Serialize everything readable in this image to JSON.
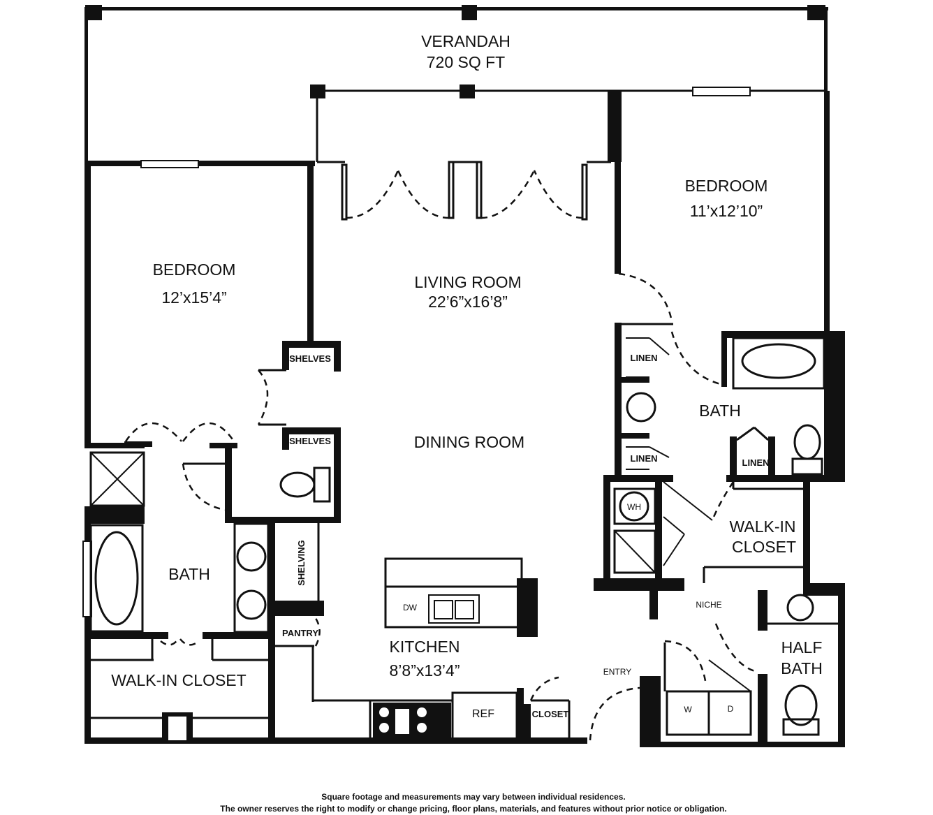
{
  "rooms": {
    "verandah": {
      "name": "VERANDAH",
      "size": "720 SQ FT"
    },
    "bedroom_left": {
      "name": "BEDROOM",
      "size": "12’x15’4”"
    },
    "bedroom_right": {
      "name": "BEDROOM",
      "size": "11’x12’10”"
    },
    "living_room": {
      "name": "LIVING ROOM",
      "size": "22’6”x16’8”"
    },
    "dining_room": {
      "name": "DINING ROOM"
    },
    "kitchen": {
      "name": "KITCHEN",
      "size": "8’8”x13’4”"
    },
    "bath_left": {
      "name": "BATH"
    },
    "bath_right": {
      "name": "BATH"
    },
    "walkin_left": {
      "name": "WALK-IN CLOSET"
    },
    "walkin_right": {
      "line1": "WALK-IN",
      "line2": "CLOSET"
    },
    "half_bath": {
      "line1": "HALF",
      "line2": "BATH"
    }
  },
  "fixtures": {
    "shelves_top": "SHELVES",
    "shelves_bottom": "SHELVES",
    "shelving": "SHELVING",
    "pantry": "PANTRY",
    "dw": "DW",
    "ref": "REF",
    "closet": "CLOSET",
    "entry": "ENTRY",
    "niche": "NICHE",
    "linen_1": "LINEN",
    "linen_2": "LINEN",
    "linen_3": "LINEN",
    "wh": "WH",
    "washer": "W",
    "dryer": "D"
  },
  "disclaimer": {
    "line1": "Square footage and measurements may vary between individual residences.",
    "line2": "The owner reserves the right to modify or change pricing, floor plans, materials, and features without prior notice or obligation."
  }
}
